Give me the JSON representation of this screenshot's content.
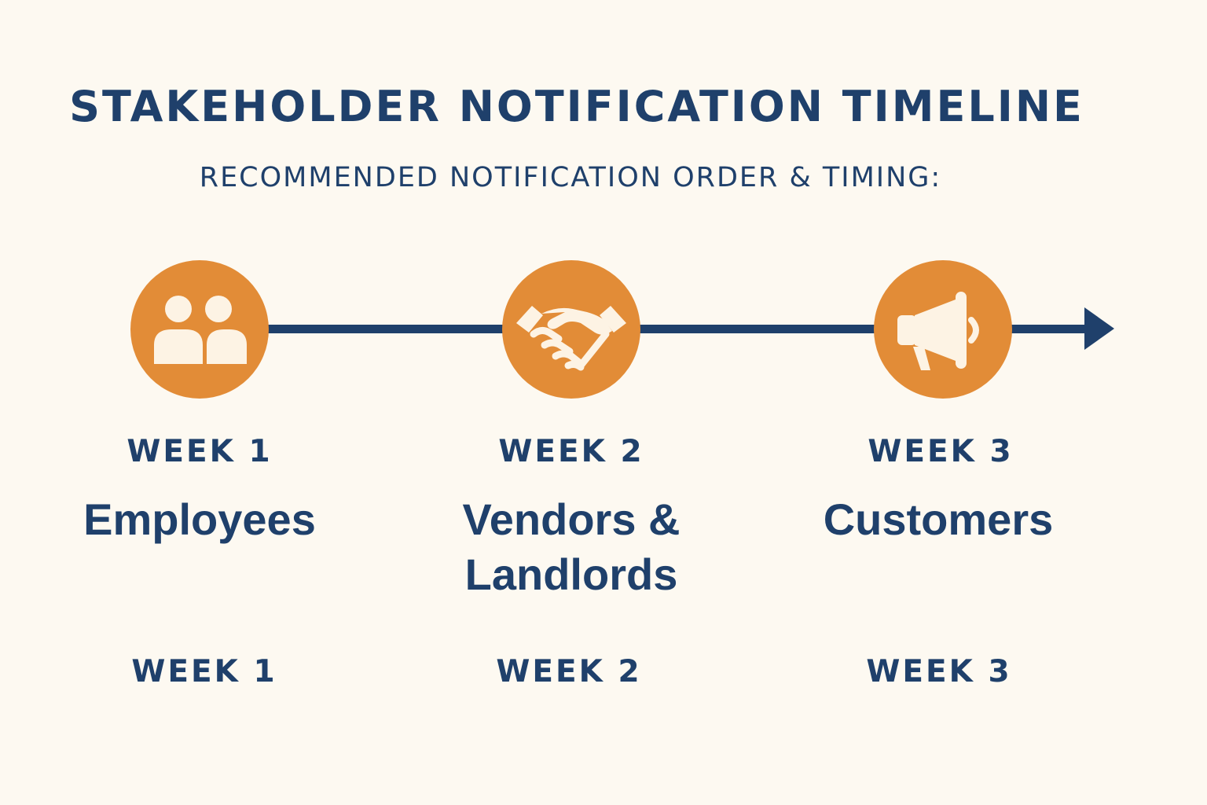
{
  "title": "STAKEHOLDER NOTIFICATION TIMELINE",
  "subtitle": "RECOMMENDED NOTIFICATION ORDER & TIMING:",
  "colors": {
    "background": "#fdf9f1",
    "navy": "#1f406b",
    "orange": "#e28c37",
    "icon_fill": "#fdf3e4"
  },
  "stages": [
    {
      "week": "WEEK 1",
      "stakeholder_line1": "Employees",
      "stakeholder_line2": "",
      "icon": "people-icon",
      "bottom_week": "WEEK 1"
    },
    {
      "week": "WEEK 2",
      "stakeholder_line1": "Vendors &",
      "stakeholder_line2": "Landlords",
      "icon": "handshake-icon",
      "bottom_week": "WEEK 2"
    },
    {
      "week": "WEEK 3",
      "stakeholder_line1": "Customers",
      "stakeholder_line2": "",
      "icon": "megaphone-icon",
      "bottom_week": "WEEK 3"
    }
  ]
}
